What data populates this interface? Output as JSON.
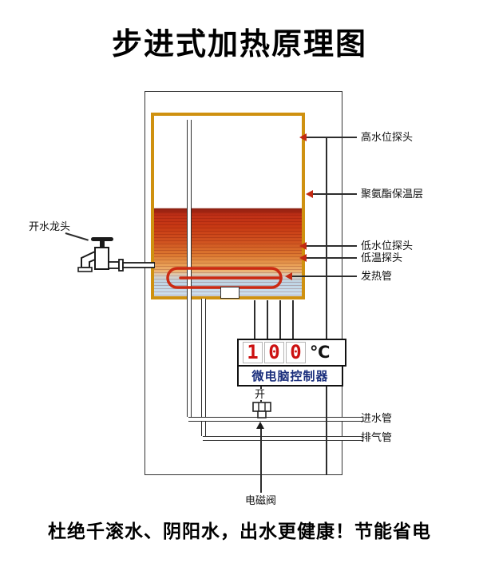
{
  "title": "步进式加热原理图",
  "tagline": "杜绝千滚水、阴阳水，出水更健康！节能省电",
  "callouts": {
    "faucet": "开水龙头",
    "high_water_probe": "高水位探头",
    "insulation_layer": "聚氨酯保温层",
    "low_water_probe": "低水位探头",
    "low_temp_probe": "低温探头",
    "heating_tube": "发热管",
    "inlet_pipe": "进水管",
    "exhaust_pipe": "排气管",
    "solenoid_valve": "电磁阀",
    "valve_state": "开"
  },
  "controller": {
    "digits": [
      "1",
      "0",
      "0"
    ],
    "unit": "℃",
    "label": "微电脑控制器"
  },
  "colors": {
    "tank_insulation_gold": "#cf9110",
    "hot_water_red": "#c23418",
    "warm_gradient_orange": "#dc7830",
    "cold_water_blue": "#bdd3e4",
    "heater_red": "#cc2a12",
    "digit_red": "#cc1010",
    "callout_arrow_red": "#c22912",
    "line_dark": "#2d2d2d"
  }
}
